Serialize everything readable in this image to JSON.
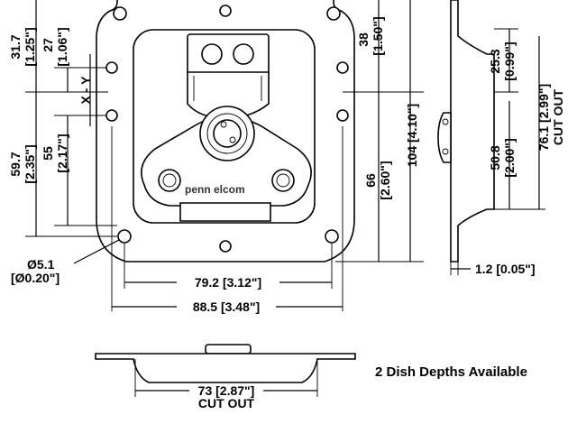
{
  "labels": {
    "d_31_7": "31.7",
    "d_1_25": "[1.25\"]",
    "d_27": "27",
    "d_1_06": "[1.06\"]",
    "axis_xy": "X - Y",
    "d_59_7": "59.7",
    "d_2_35": "[2.35\"]",
    "d_55": "55",
    "d_2_17": "[2.17\"]",
    "hole_dia": "Ø5.1",
    "hole_dia_in": "[Ø0.20\"]",
    "d_79_2": "79.2 [3.12\"]",
    "d_88_5": "88.5 [3.48\"]",
    "d_38": "38",
    "d_1_50": "[1.50\"]",
    "d_66": "66",
    "d_2_60": "[2.60\"]",
    "d_104": "104 [4.10\"]",
    "d_25_3": "25.3",
    "d_0_99": "[0.99\"]",
    "d_50_8": "50.8",
    "d_2_00": "[2.00\"]",
    "d_76_1": "76.1 [2.99\"]",
    "cut_out_side": "CUT OUT",
    "d_1_2": "1.2 [0.05\"]",
    "d_73": "73 [2.87\"]",
    "cut_out_bottom": "CUT OUT",
    "dish_note": "2 Dish Depths Available",
    "brand": "penn elcom"
  }
}
